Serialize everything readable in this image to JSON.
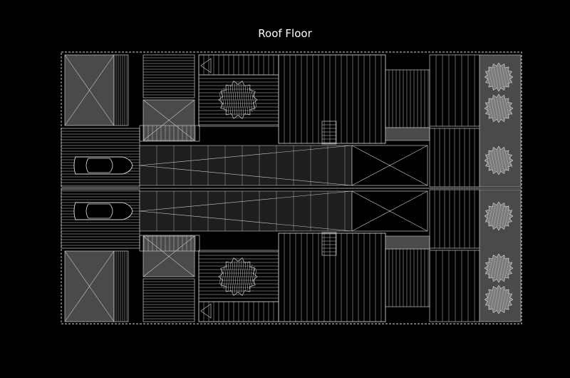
{
  "drawing": {
    "title": "Roof Floor"
  },
  "elements": {
    "units": [
      "upper-unit",
      "lower-unit"
    ],
    "cars": 2,
    "trees": 6,
    "skylights": 4
  },
  "colors": {
    "background": "#000000",
    "line": "#c8c8c8",
    "fill_gray": "#4a4a4a",
    "ramp_dark": "#1e1e1e",
    "tree_fill": "#7a7a7a"
  }
}
